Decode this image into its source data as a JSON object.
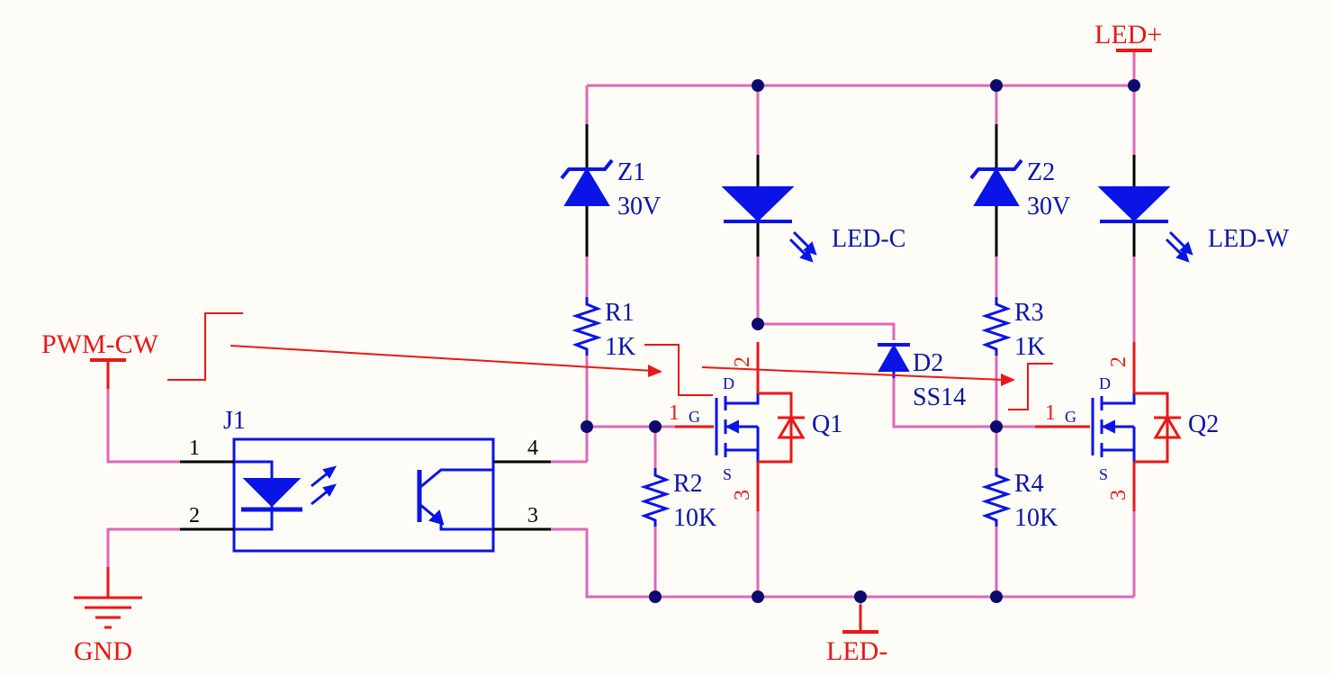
{
  "nets": {
    "led_plus": "LED+",
    "led_minus": "LED-",
    "gnd": "GND",
    "pwm": "PWM-CW"
  },
  "components": {
    "z1": {
      "ref": "Z1",
      "value": "30V"
    },
    "z2": {
      "ref": "Z2",
      "value": "30V"
    },
    "led_c": {
      "ref": "LED-C"
    },
    "led_w": {
      "ref": "LED-W"
    },
    "r1": {
      "ref": "R1",
      "value": "1K"
    },
    "r2": {
      "ref": "R2",
      "value": "10K"
    },
    "r3": {
      "ref": "R3",
      "value": "1K"
    },
    "r4": {
      "ref": "R4",
      "value": "10K"
    },
    "d2": {
      "ref": "D2",
      "value": "SS14"
    },
    "q1": {
      "ref": "Q1"
    },
    "q2": {
      "ref": "Q2"
    },
    "j1": {
      "ref": "J1",
      "pins": [
        "1",
        "2",
        "3",
        "4"
      ]
    }
  },
  "mosfet_pins": {
    "gate_num": "1",
    "gate": "G",
    "drain_num": "2",
    "drain": "D",
    "source_num": "3",
    "source": "S"
  },
  "colors": {
    "wire": "#e066b8",
    "symbol": "#0a14e6",
    "net_label": "#e81818",
    "junction": "#0b0b6e",
    "background": "#fdfcf6"
  }
}
